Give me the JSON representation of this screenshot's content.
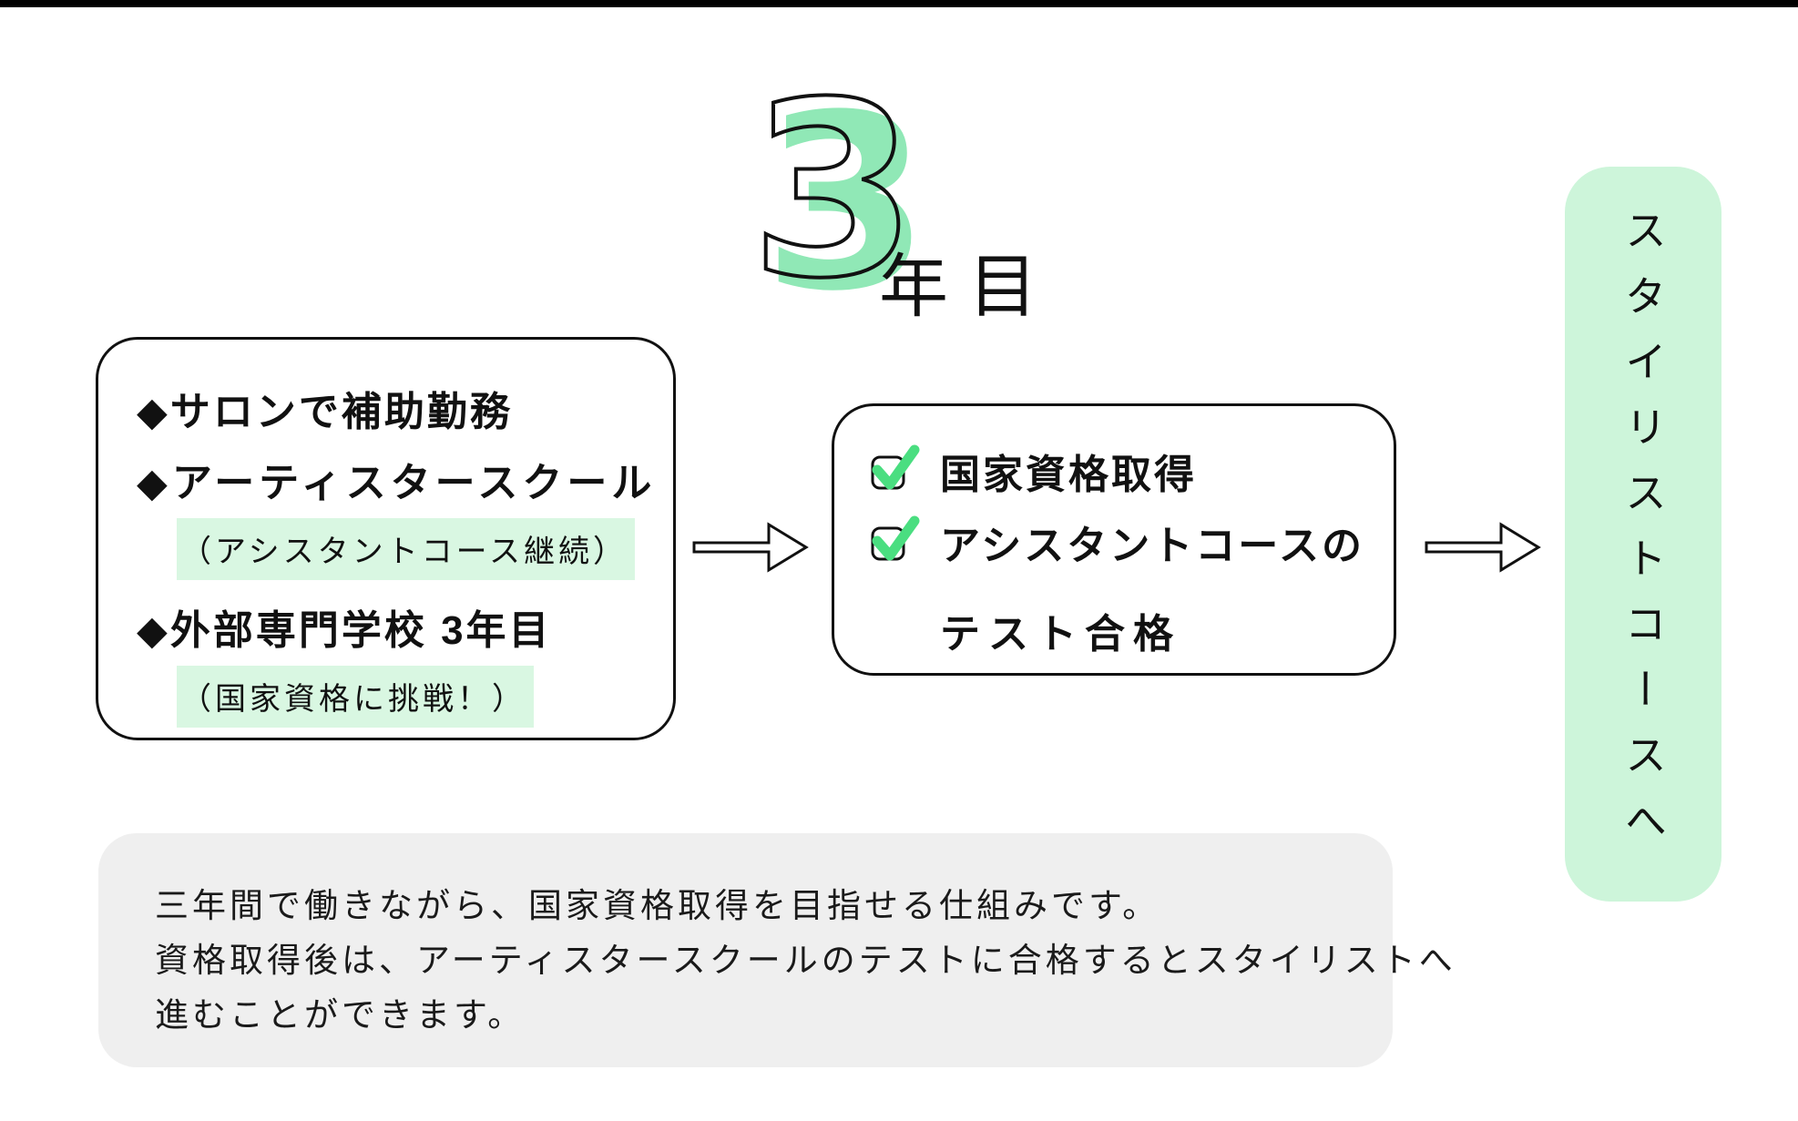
{
  "page": {
    "background_color": "#ffffff",
    "top_bar_color": "#000000"
  },
  "heading": {
    "number": "3",
    "number_fill_color": "#90e8b6",
    "number_outline_color": "#111111",
    "suffix": "年目"
  },
  "left_box": {
    "items": [
      {
        "bullet": "◆",
        "label": "サロンで補助勤務",
        "note": ""
      },
      {
        "bullet": "◆",
        "label": "アーティスタースクール",
        "note": "（アシスタントコース継続）"
      },
      {
        "bullet": "◆",
        "label": "外部専門学校 3年目",
        "note": "（国家資格に挑戦！）"
      }
    ],
    "note_highlight_color": "#d9f7e2"
  },
  "middle_box": {
    "items": [
      {
        "label": "国家資格取得",
        "label_line2": ""
      },
      {
        "label": "アシスタントコースの",
        "label_line2": "テスト合格"
      }
    ],
    "checkmark_color": "#4ade80"
  },
  "goal_box": {
    "label": "スタイリストコースへ",
    "background_color": "#cdf5da"
  },
  "footer_box": {
    "background_color": "#efefef",
    "lines": [
      "三年間で働きながら、国家資格取得を目指せる仕組みです。",
      "資格取得後は、アーティスタースクールのテストに合格するとスタイリストへ",
      "進むことができます。"
    ]
  }
}
